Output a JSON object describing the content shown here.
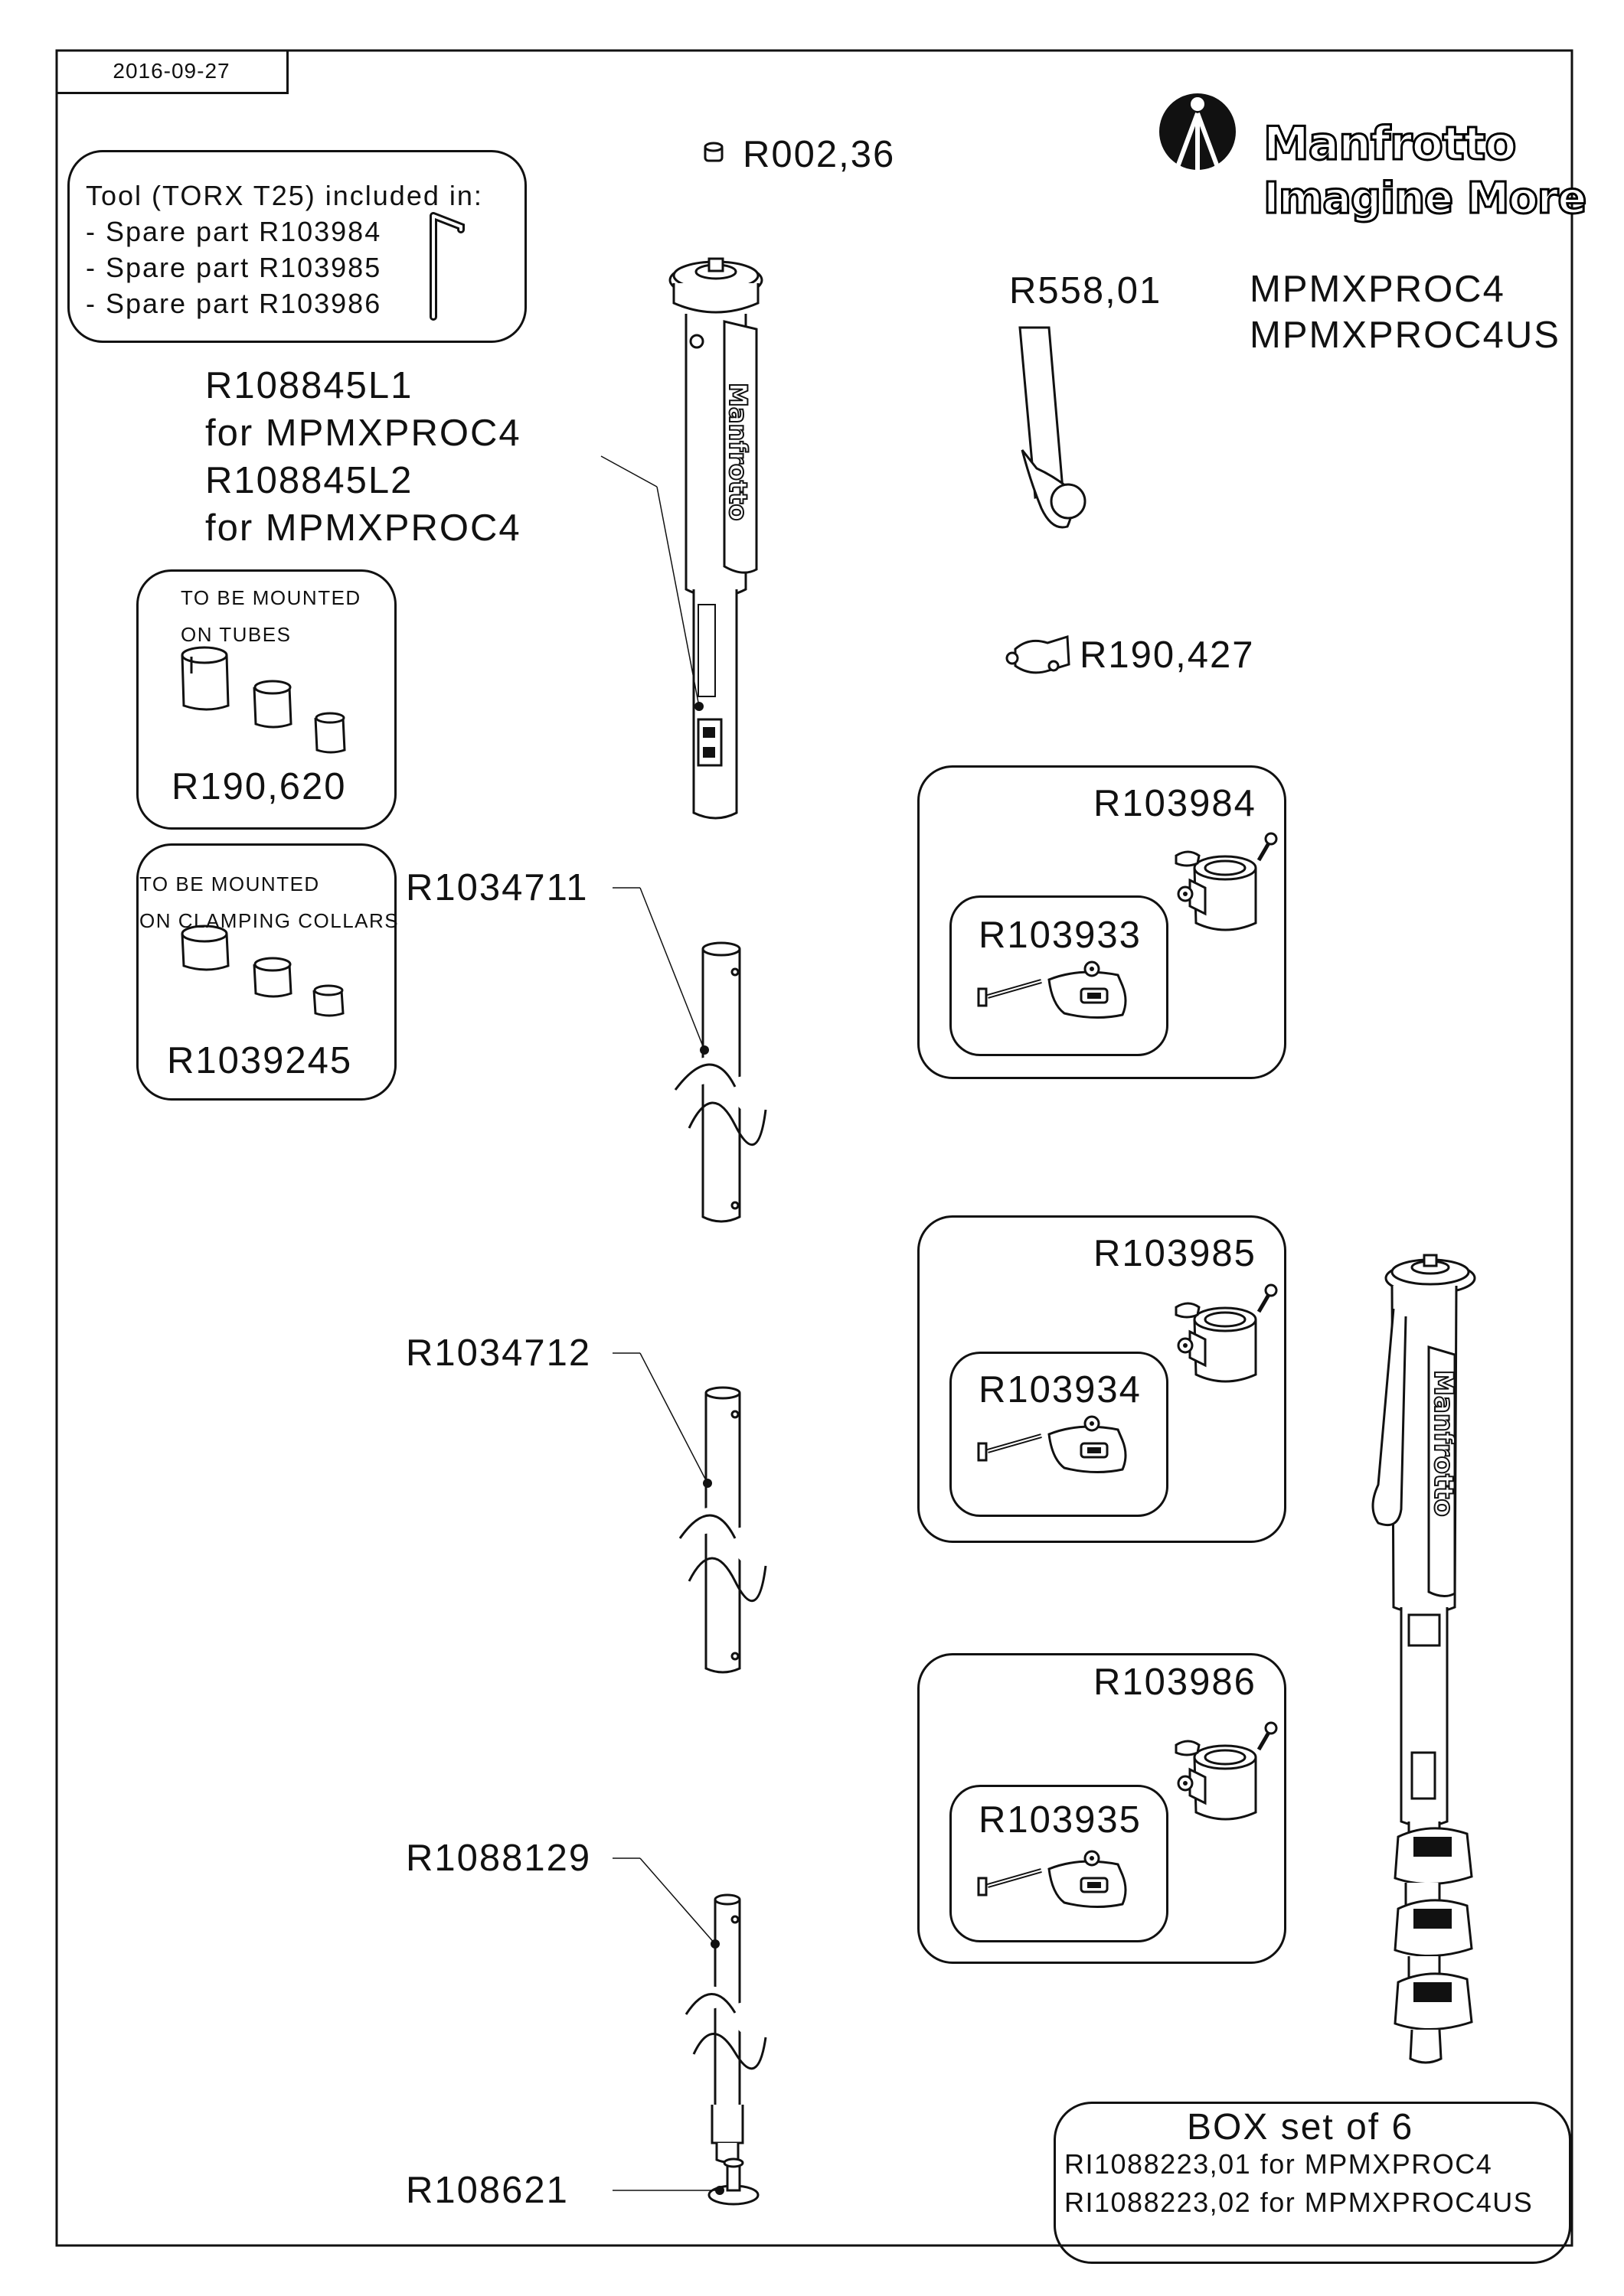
{
  "header": {
    "date": "2016-09-27",
    "brand_name": "Manfrotto",
    "brand_tagline": "Imagine More",
    "models": [
      "MPMXPROC4",
      "MPMXPROC4US"
    ]
  },
  "tool_note": {
    "title": "Tool (TORX T25) included in:",
    "items": [
      "- Spare part R103984",
      "- Spare part R103985",
      "- Spare part R103986"
    ]
  },
  "parts": {
    "top_cap": "R002,36",
    "strap": "R558,01",
    "clip": "R190,427",
    "upper_section": [
      "R108845L1",
      "for MPMXPROC4",
      "R108845L2",
      "for MPMXPROC4"
    ],
    "tube_1": "R1034711",
    "tube_2": "R1034712",
    "tube_3": "R1088129",
    "foot": "R108621"
  },
  "bushings_tubes": {
    "heading_1": "TO BE MOUNTED",
    "heading_2": "ON TUBES",
    "code": "R190,620"
  },
  "bushings_collars": {
    "heading_1": "TO BE MOUNTED",
    "heading_2": "ON CLAMPING COLLARS",
    "code": "R1039245"
  },
  "collar_kits": [
    {
      "kit": "R103984",
      "lever": "R103933"
    },
    {
      "kit": "R103985",
      "lever": "R103934"
    },
    {
      "kit": "R103986",
      "lever": "R103935"
    }
  ],
  "box_set": {
    "title": "BOX set of 6",
    "lines": [
      "RI1088223,01 for MPMXPROC4",
      "RI1088223,02 for MPMXPROC4US"
    ]
  }
}
